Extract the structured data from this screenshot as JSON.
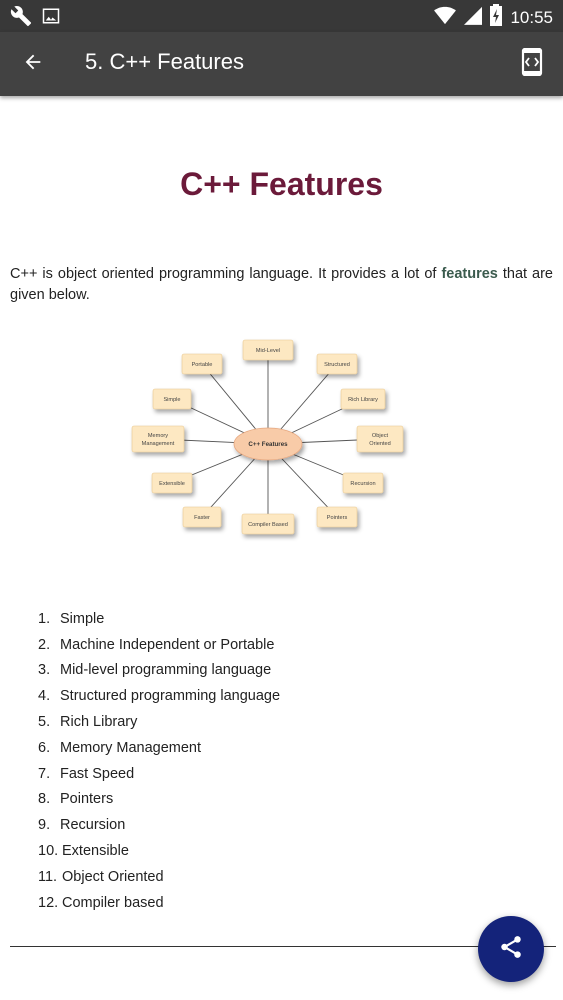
{
  "status_bar": {
    "time": "10:55",
    "icons": [
      "wrench-icon",
      "image-icon",
      "wifi-icon",
      "signal-icon",
      "battery-icon"
    ]
  },
  "app_bar": {
    "title": "5. C++ Features",
    "back_icon": "arrow-left-icon",
    "rotate_icon": "screen-rotation-icon"
  },
  "page": {
    "title": "C++ Features",
    "intro_before": "C++ is object oriented programming language. It provides a lot of ",
    "intro_bold": "features",
    "intro_after": " that are given below."
  },
  "diagram": {
    "center": "C++ Features",
    "nodes": [
      "Mid-Level",
      "Structured",
      "Rich Library",
      "Object Oriented",
      "Recursion",
      "Pointers",
      "Compiler Based",
      "Faster",
      "Extensible",
      "Memory Management",
      "Simple",
      "Portable"
    ]
  },
  "features": [
    {
      "num": "1.",
      "text": "Simple"
    },
    {
      "num": "2.",
      "text": "Machine Independent or Portable"
    },
    {
      "num": "3.",
      "text": "Mid-level programming language"
    },
    {
      "num": "4.",
      "text": "Structured programming language"
    },
    {
      "num": "5.",
      "text": "Rich Library"
    },
    {
      "num": "6.",
      "text": "Memory Management"
    },
    {
      "num": "7.",
      "text": "Fast Speed"
    },
    {
      "num": "8.",
      "text": "Pointers"
    },
    {
      "num": "9.",
      "text": "Recursion"
    },
    {
      "num": "10.",
      "text": "Extensible"
    },
    {
      "num": "11.",
      "text": "Object Oriented"
    },
    {
      "num": "12.",
      "text": "Compiler based"
    }
  ],
  "fab": {
    "icon": "share-icon"
  },
  "colors": {
    "status_bar": "#383838",
    "app_bar": "#424242",
    "title": "#6b1a3a",
    "fab": "#14237a",
    "node_fill": "#fde8c2",
    "center_fill": "#f8cba8"
  }
}
